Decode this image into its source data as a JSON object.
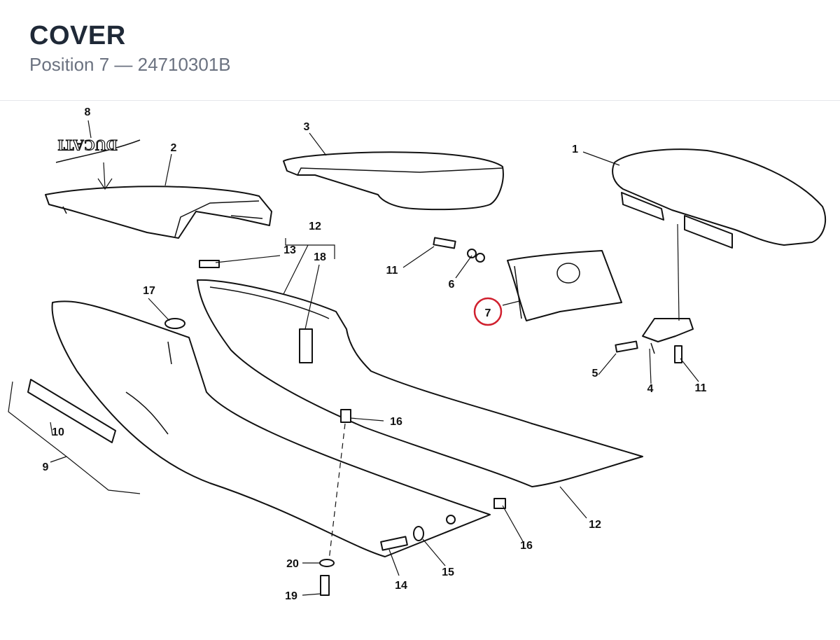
{
  "header": {
    "title": "COVER",
    "position_label": "Position 7 — 24710301B"
  },
  "diagram": {
    "highlight_color": "#d0202e",
    "highlighted_callout": "7",
    "logo_text": "DUCATI",
    "callouts": {
      "c1": "1",
      "c2": "2",
      "c3": "3",
      "c4": "4",
      "c5": "5",
      "c6": "6",
      "c7": "7",
      "c8": "8",
      "c9": "9",
      "c10": "10",
      "c11a": "11",
      "c11b": "11",
      "c12a": "12",
      "c12b": "12",
      "c13": "13",
      "c14": "14",
      "c15": "15",
      "c16a": "16",
      "c16b": "16",
      "c17": "17",
      "c18": "18",
      "c19": "19",
      "c20": "20"
    }
  }
}
